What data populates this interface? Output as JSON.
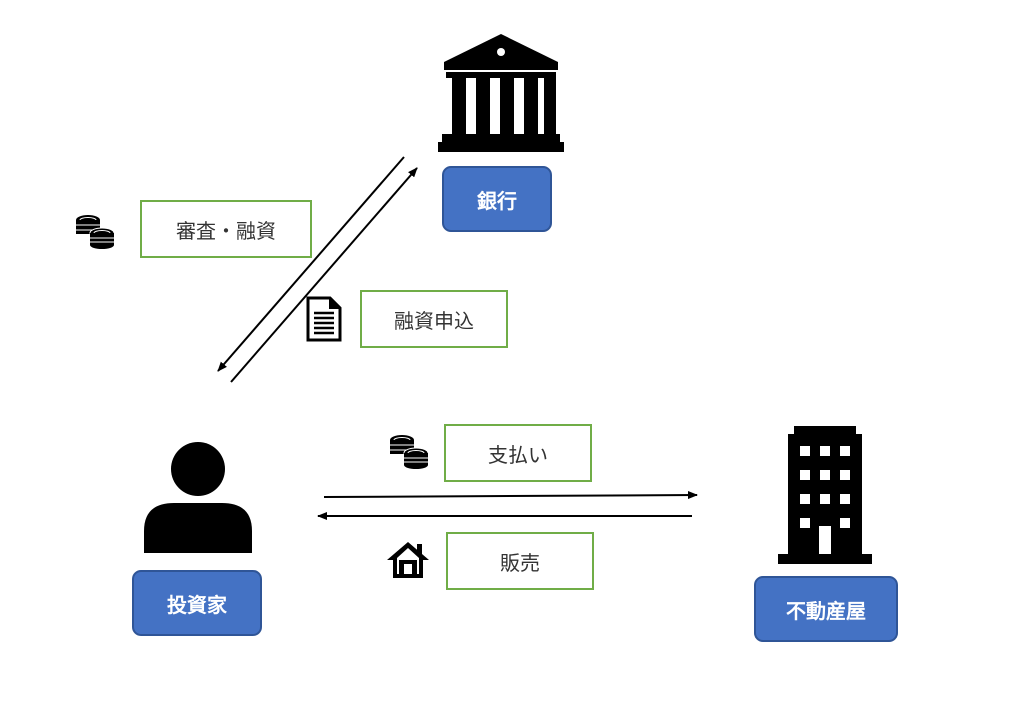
{
  "nodes": {
    "bank": "銀行",
    "investor": "投資家",
    "realtor": "不動産屋"
  },
  "edges": {
    "review_loan": "審査・融資",
    "loan_application": "融資申込",
    "payment": "支払い",
    "sale": "販売"
  },
  "icons": {
    "bank": "bank-building-icon",
    "investor": "person-icon",
    "realtor": "office-building-icon",
    "review_loan": "coins-icon",
    "loan_application": "document-icon",
    "payment": "coins-icon",
    "sale": "house-icon"
  },
  "colors": {
    "node_fill": "#4472c4",
    "label_border": "#70ad47"
  }
}
